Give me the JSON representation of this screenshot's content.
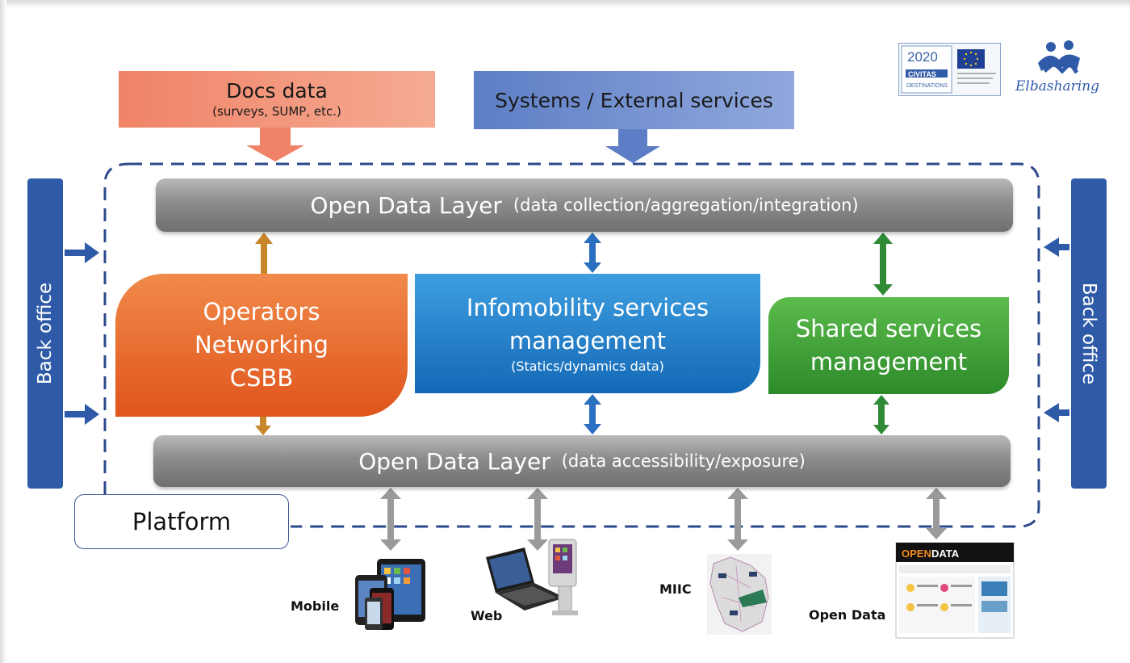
{
  "sources": {
    "docs": {
      "title": "Docs data",
      "subtitle": "(surveys, SUMP, etc.)",
      "color": "#f08367"
    },
    "systems": {
      "title": "Systems / External services",
      "color": "#5d7ec6"
    }
  },
  "layers": {
    "top": {
      "main": "Open Data Layer",
      "sub": "(data collection/aggregation/integration)"
    },
    "bottom": {
      "main": "Open Data Layer",
      "sub": "(data accessibility/exposure)"
    }
  },
  "modules": {
    "operators": {
      "lines": [
        "Operators",
        "Networking",
        "CSBB"
      ],
      "color": "#e0551c"
    },
    "infomobility": {
      "lines": [
        "Infomobility services",
        "management"
      ],
      "sub": "(Statics/dynamics data)",
      "color": "#1469b6"
    },
    "shared": {
      "lines": [
        "Shared services",
        "management"
      ],
      "color": "#2c8a2a"
    }
  },
  "back_office": {
    "left": "Back office",
    "right": "Back office",
    "color": "#2f5aa8"
  },
  "platform": {
    "label": "Platform"
  },
  "clients": {
    "mobile": "Mobile",
    "web": "Web",
    "miic": "MIIC",
    "open_data": "Open Data",
    "open_data_banner": {
      "open": "OPEN",
      "data": " DATA"
    }
  },
  "logos": {
    "civitas": {
      "year": "2020",
      "name": "CIVITAS",
      "sub": "DESTINATIONS"
    },
    "elba": {
      "name": "Elbasharing"
    }
  },
  "colors": {
    "orange_arrow": "#c8862a",
    "blue_arrow": "#2a6fc0",
    "green_arrow": "#2e8a35",
    "grey_arrow": "#9a9a9a",
    "dash": "#2b4a8c"
  }
}
